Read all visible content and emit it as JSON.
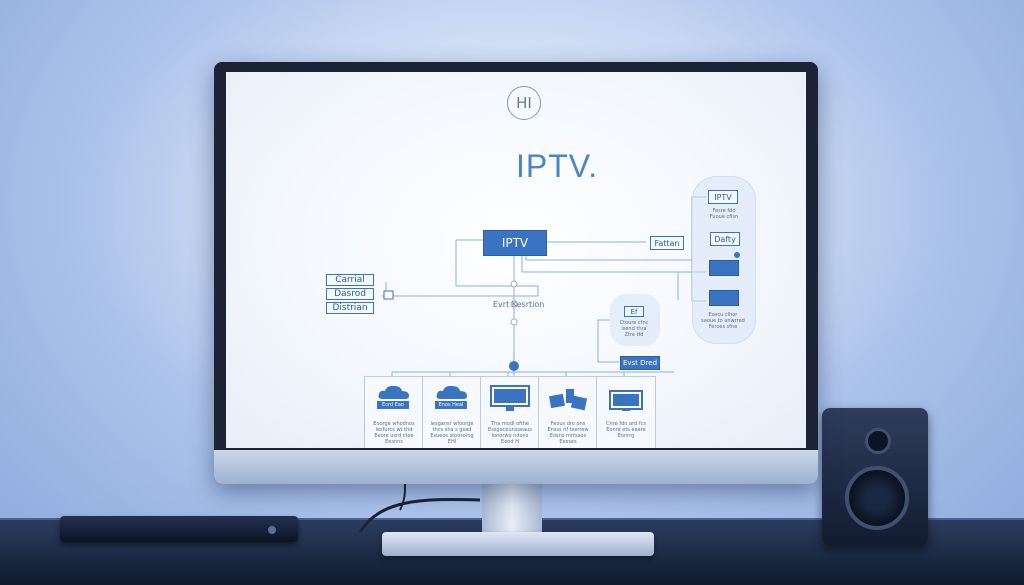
{
  "screen": {
    "logo_text": "HI",
    "title": "IPTV.",
    "main_box_label": "IPTV",
    "left_items": [
      "Carrial",
      "Dasrod",
      "Distrian"
    ],
    "center_label": "Evrt Kesrtion",
    "middle_box_label": "Evst Dred",
    "middle_panel": {
      "head": "Ef",
      "caption": "Ctoure cfnc\nlsend thra\nZtre tfd"
    },
    "link_box_label": "Fattan",
    "right_panel": {
      "top_label": "IPTV",
      "top_caption": "Fesre fdd\nFuoue cfisn",
      "second_label": "Dafty",
      "bottom_caption": "Eascu clhor\nsaoue to anwrred\nFeroes sfne"
    },
    "cards": [
      {
        "icon": "cloud-icon",
        "pill": "Ecrd Eao",
        "caption": "Eoorge whodnos\nlesfurcs wt thd\nEeore usrd ctoe\nEesnns"
      },
      {
        "icon": "cloud-icon",
        "pill": "Enos Heal",
        "caption": "lesgansr wfoorge\nthcs sha s gsad\nEsueos stoosoing\nEHI"
      },
      {
        "icon": "monitor-icon",
        "pill": "",
        "caption": "Tha modl ofthe\nEssgaceunsseaus\nlonorwo ndons\nEend H"
      },
      {
        "icon": "devices-icon",
        "pill": "",
        "caption": "Feous dro ons\nEnsss nf tserrew\nEosns mrtsaos\nEesses"
      },
      {
        "icon": "tv-icon",
        "pill": "",
        "caption": "Cnre fdn ard fcs\nEonre ets eaare\nEonrrg"
      }
    ]
  }
}
